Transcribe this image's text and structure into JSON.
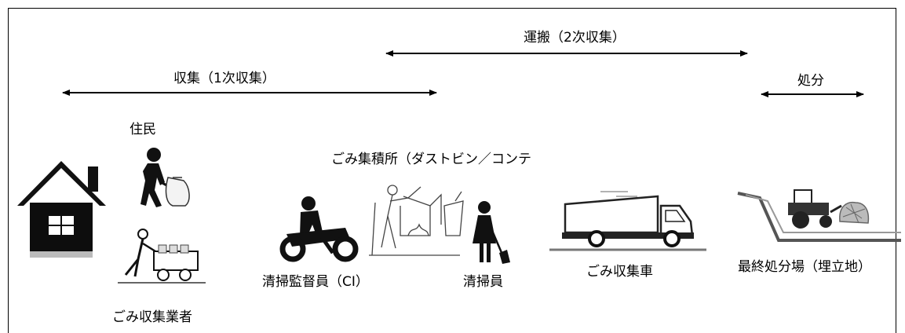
{
  "arrows": {
    "collection": "収集（1次収集）",
    "transport": "運搬（2次収集）",
    "disposal": "処分"
  },
  "labels": {
    "residents": "住民",
    "collection_point": "ごみ集積所（ダストビン／コンテ",
    "collector": "ごみ収集業者",
    "supervisor": "清掃監督員（CI）",
    "cleaner": "清掃員",
    "truck": "ごみ収集車",
    "landfill": "最終処分場（埋立地）"
  }
}
